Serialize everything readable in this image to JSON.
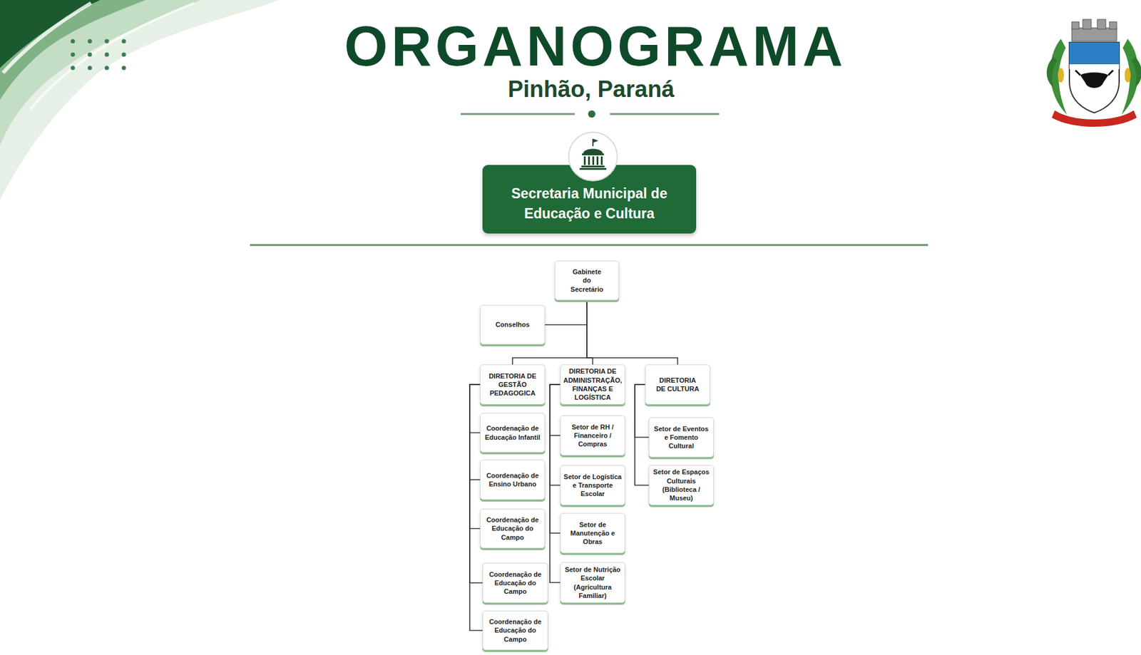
{
  "diagram": {
    "title": "ORGANOGRAMA",
    "nodes": [
      {
        "text": [
          "Secretaria Municipal de Educação e Cultura"
        ]
      },
      {
        "text": [
          "Gabinete do Secretário"
        ]
      },
      {
        "text": [
          "Conselhos"
        ]
      },
      {
        "text": [
          "DIRETORIA DE GESTÃO PEDAGOGICA"
        ]
      },
      {
        "text": [
          "DIRETORIA DE ADMINISTRAÇÃO, FINANÇAS E LOGÍSTICA"
        ]
      },
      {
        "text": [
          "DIRETORIA DE CULTURA"
        ]
      },
      {
        "text": [
          "Coordenação de Educação Infantil"
        ]
      },
      {
        "text": [
          "Coordenação de Ensino Urbano"
        ]
      },
      {
        "text": [
          "Coordenação de Educação do Campo"
        ]
      },
      {
        "text": [
          "Coordenação de Educação do Campo"
        ]
      },
      {
        "text": [
          "Coordenação de Educação do Campo"
        ]
      },
      {
        "text": [
          "Setor de RH / Financeiro / Compras"
        ]
      },
      {
        "text": [
          "Setor de Logística e Transporte Escolar"
        ]
      },
      {
        "text": [
          "Setor de Manutenção e Obras"
        ]
      },
      {
        "text": [
          "Setor de Nutrição Escolar (Agricultura Familiar)"
        ]
      },
      {
        "text": [
          "Setor de Eventos e Fomento Cultural"
        ]
      },
      {
        "text": [
          "Setor de Espaços Culturais (Biblioteca / Museu)"
        ]
      }
    ],
    "edges": [
      {
        "from": 1,
        "to": 2,
        "arrow": "none"
      },
      {
        "from": 1,
        "to": 3,
        "arrow": "none"
      },
      {
        "from": 1,
        "to": 4,
        "arrow": "none"
      },
      {
        "from": 1,
        "to": 5,
        "arrow": "none"
      },
      {
        "from": 3,
        "to": 6,
        "arrow": "none"
      },
      {
        "from": 3,
        "to": 7,
        "arrow": "none"
      },
      {
        "from": 3,
        "to": 8,
        "arrow": "none"
      },
      {
        "from": 3,
        "to": 9,
        "arrow": "none"
      },
      {
        "from": 3,
        "to": 10,
        "arrow": "none"
      },
      {
        "from": 4,
        "to": 11,
        "arrow": "none"
      },
      {
        "from": 4,
        "to": 12,
        "arrow": "none"
      },
      {
        "from": 4,
        "to": 13,
        "arrow": "none"
      },
      {
        "from": 4,
        "to": 14,
        "arrow": "none"
      },
      {
        "from": 5,
        "to": 15,
        "arrow": "none"
      },
      {
        "from": 5,
        "to": 16,
        "arrow": "none"
      }
    ],
    "labels": [
      "Pinhão, Paraná"
    ]
  }
}
